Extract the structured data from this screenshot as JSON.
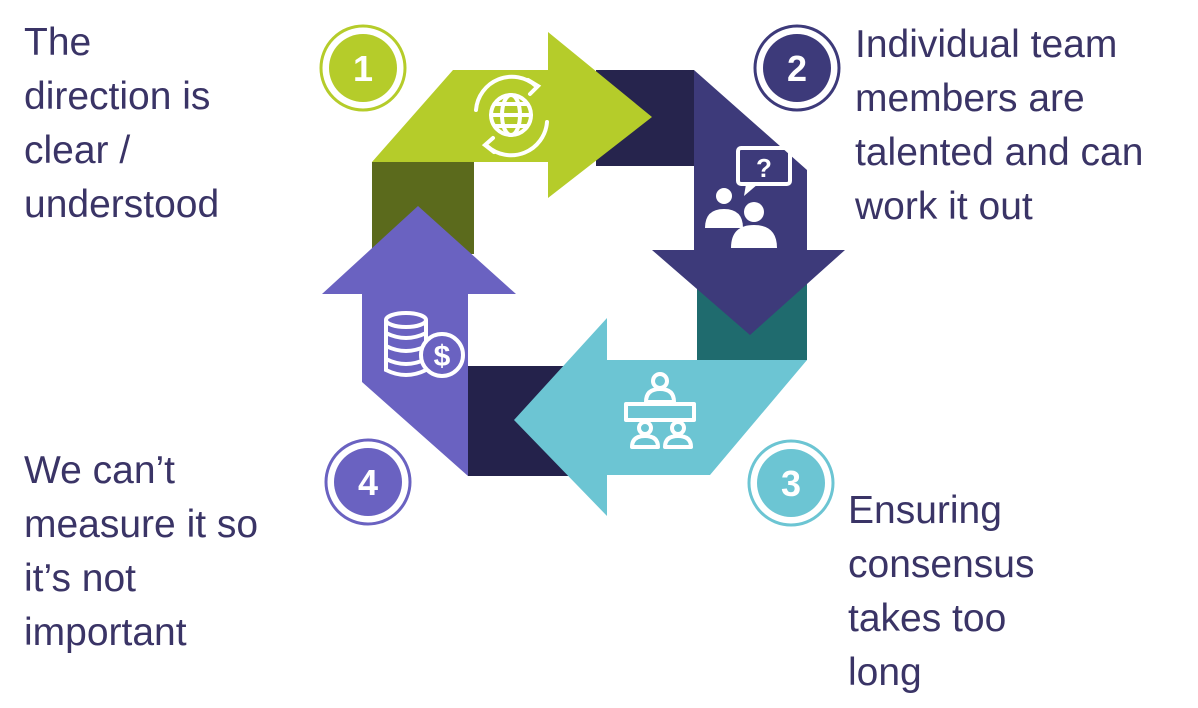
{
  "steps": [
    {
      "number": "1",
      "lines": [
        "The",
        "direction is",
        "clear /",
        "understood"
      ],
      "color": "#b5cc2a",
      "icon": "globe-refresh-icon"
    },
    {
      "number": "2",
      "lines": [
        "Individual team",
        "members are",
        "talented and can",
        "work it out"
      ],
      "color": "#3d3a7a",
      "icon": "people-question-icon"
    },
    {
      "number": "3",
      "lines": [
        "Ensuring",
        "consensus",
        "takes too",
        "long"
      ],
      "color": "#6cc5d3",
      "icon": "meeting-table-icon"
    },
    {
      "number": "4",
      "lines": [
        "We can’t",
        "measure it so",
        "it’s not",
        "important"
      ],
      "color": "#6a62c1",
      "icon": "coins-dollar-icon"
    }
  ],
  "colors": {
    "text": "#3a3466",
    "shadow_olive": "#5b6a1c",
    "shadow_navy": "#26244d",
    "shadow_teal": "#1f6b6e",
    "shadow_dark": "#24224b"
  }
}
